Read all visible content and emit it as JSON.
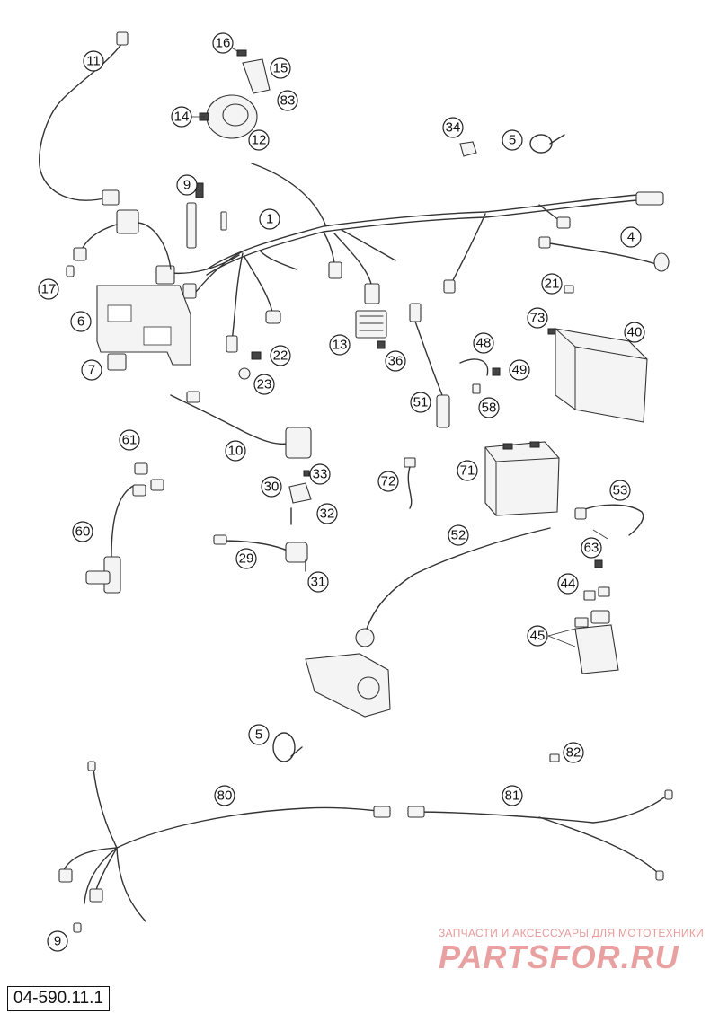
{
  "diagram_code": "04-590.11.1",
  "watermark": {
    "tagline": "ЗАПЧАСТИ И АКСЕССУАРЫ ДЛЯ МОТОТЕХНИКИ",
    "brand": "PARTSFOR.RU"
  },
  "callouts": [
    {
      "id": "c1",
      "label": "1"
    },
    {
      "id": "c4",
      "label": "4"
    },
    {
      "id": "c5a",
      "label": "5"
    },
    {
      "id": "c5b",
      "label": "5"
    },
    {
      "id": "c6",
      "label": "6"
    },
    {
      "id": "c7",
      "label": "7"
    },
    {
      "id": "c9a",
      "label": "9"
    },
    {
      "id": "c9b",
      "label": "9"
    },
    {
      "id": "c10",
      "label": "10"
    },
    {
      "id": "c11",
      "label": "11"
    },
    {
      "id": "c12",
      "label": "12"
    },
    {
      "id": "c13",
      "label": "13"
    },
    {
      "id": "c14",
      "label": "14"
    },
    {
      "id": "c15",
      "label": "15"
    },
    {
      "id": "c16",
      "label": "16"
    },
    {
      "id": "c17",
      "label": "17"
    },
    {
      "id": "c21",
      "label": "21"
    },
    {
      "id": "c22",
      "label": "22"
    },
    {
      "id": "c23",
      "label": "23"
    },
    {
      "id": "c29",
      "label": "29"
    },
    {
      "id": "c30",
      "label": "30"
    },
    {
      "id": "c31",
      "label": "31"
    },
    {
      "id": "c32",
      "label": "32"
    },
    {
      "id": "c33",
      "label": "33"
    },
    {
      "id": "c34",
      "label": "34"
    },
    {
      "id": "c36",
      "label": "36"
    },
    {
      "id": "c40",
      "label": "40"
    },
    {
      "id": "c44",
      "label": "44"
    },
    {
      "id": "c45",
      "label": "45"
    },
    {
      "id": "c48",
      "label": "48"
    },
    {
      "id": "c49",
      "label": "49"
    },
    {
      "id": "c51",
      "label": "51"
    },
    {
      "id": "c52",
      "label": "52"
    },
    {
      "id": "c53",
      "label": "53"
    },
    {
      "id": "c58",
      "label": "58"
    },
    {
      "id": "c60",
      "label": "60"
    },
    {
      "id": "c61",
      "label": "61"
    },
    {
      "id": "c63",
      "label": "63"
    },
    {
      "id": "c71",
      "label": "71"
    },
    {
      "id": "c72",
      "label": "72"
    },
    {
      "id": "c73",
      "label": "73"
    },
    {
      "id": "c80",
      "label": "80"
    },
    {
      "id": "c81",
      "label": "81"
    },
    {
      "id": "c82",
      "label": "82"
    },
    {
      "id": "c83",
      "label": "83"
    }
  ]
}
